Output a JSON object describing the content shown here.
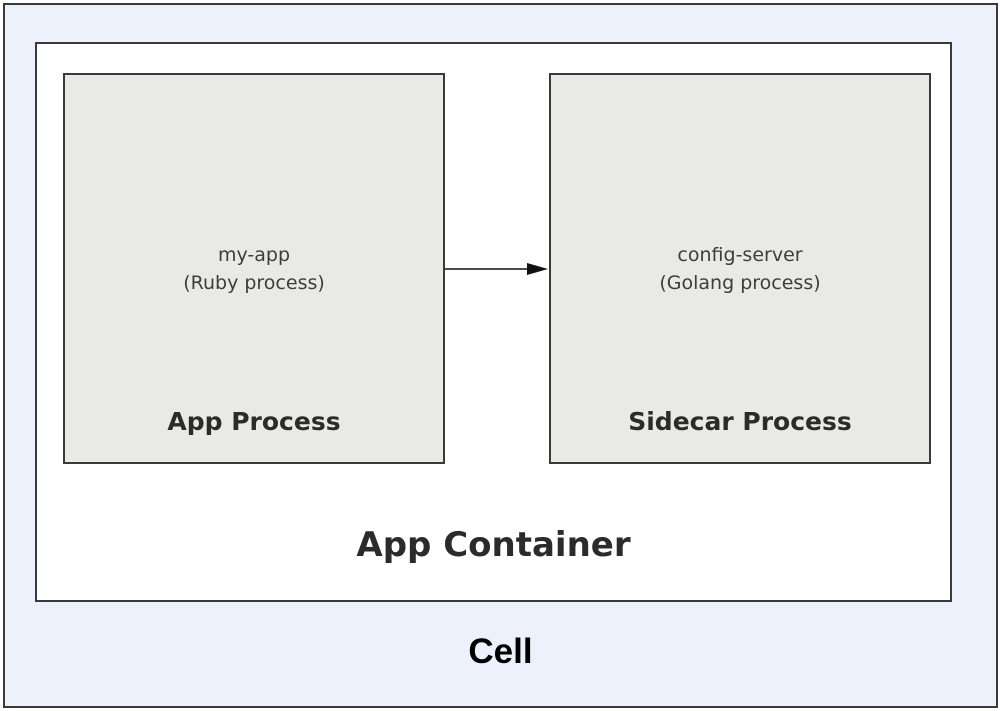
{
  "cell": {
    "label": "Cell"
  },
  "app_container": {
    "label": "App Container"
  },
  "processes": [
    {
      "name": "my-app",
      "type": "(Ruby process)",
      "title": "App Process"
    },
    {
      "name": "config-server",
      "type": "(Golang process)",
      "title": "Sidecar Process"
    }
  ]
}
